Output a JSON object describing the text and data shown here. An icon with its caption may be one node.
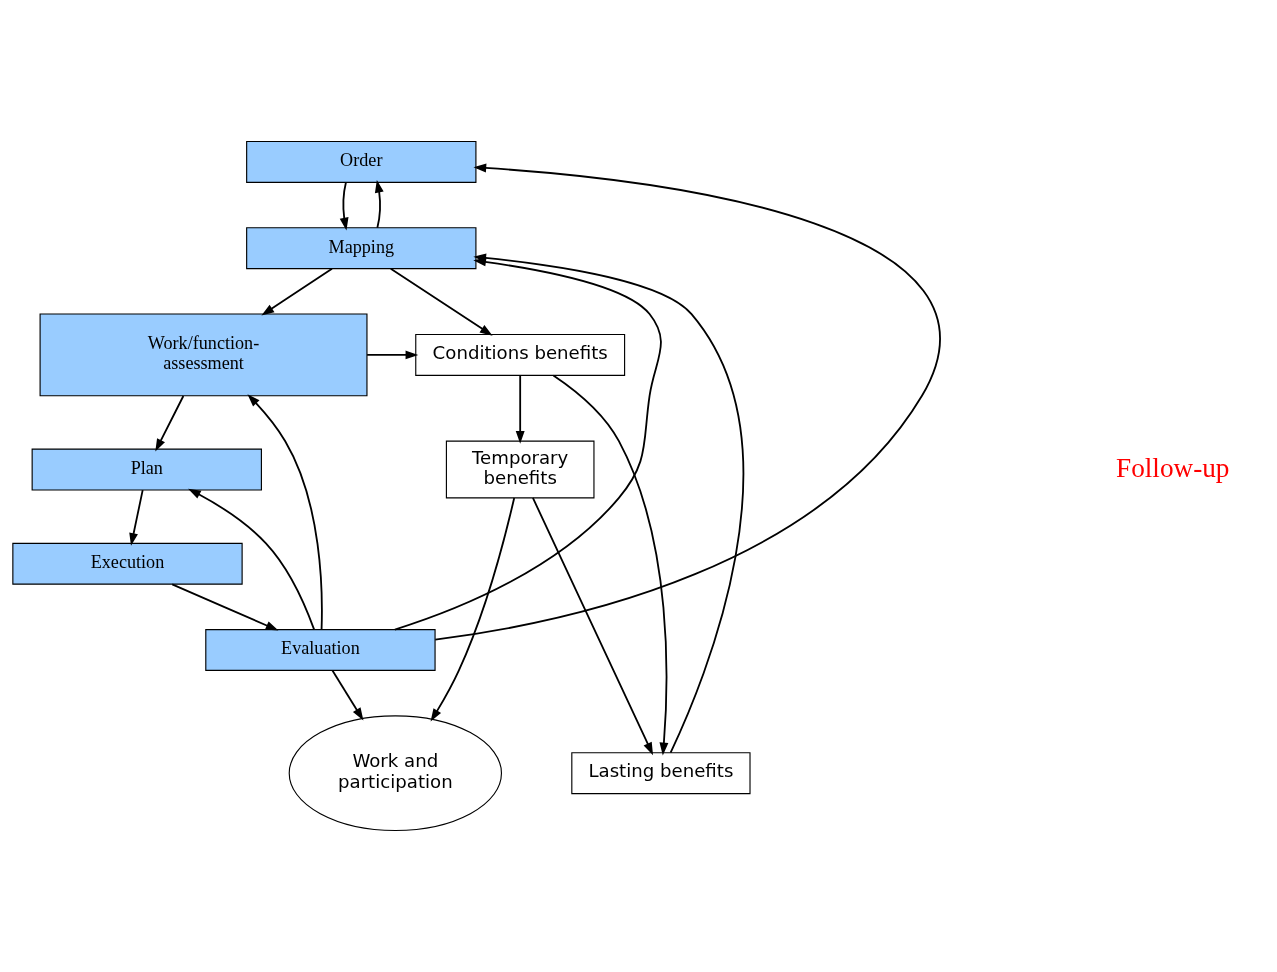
{
  "diagram": {
    "nodes": [
      {
        "text": [
          "Order"
        ]
      },
      {
        "text": [
          "Mapping"
        ]
      },
      {
        "text": [
          "Work/function-assessment"
        ]
      },
      {
        "text": [
          "Plan"
        ]
      },
      {
        "text": [
          "Execution"
        ]
      },
      {
        "text": [
          "Evaluation"
        ]
      },
      {
        "text": [
          "Conditions benefits"
        ]
      },
      {
        "text": [
          "Temporary benefits"
        ]
      },
      {
        "text": [
          "Work and participation"
        ]
      },
      {
        "text": [
          "Lasting benefits"
        ]
      }
    ],
    "edges": [
      {
        "from": 0,
        "to": 1,
        "arrow": "to"
      },
      {
        "from": 1,
        "to": 0,
        "arrow": "to"
      },
      {
        "from": 1,
        "to": 2,
        "arrow": "to"
      },
      {
        "from": 1,
        "to": 6,
        "arrow": "to"
      },
      {
        "from": 2,
        "to": 6,
        "arrow": "to"
      },
      {
        "from": 2,
        "to": 3,
        "arrow": "to"
      },
      {
        "from": 3,
        "to": 4,
        "arrow": "to"
      },
      {
        "from": 4,
        "to": 5,
        "arrow": "to"
      },
      {
        "from": 5,
        "to": 0,
        "arrow": "to"
      },
      {
        "from": 5,
        "to": 1,
        "arrow": "to"
      },
      {
        "from": 5,
        "to": 2,
        "arrow": "to"
      },
      {
        "from": 5,
        "to": 3,
        "arrow": "to"
      },
      {
        "from": 5,
        "to": 8,
        "arrow": "to"
      },
      {
        "from": 6,
        "to": 7,
        "arrow": "to"
      },
      {
        "from": 6,
        "to": 9,
        "arrow": "to"
      },
      {
        "from": 7,
        "to": 8,
        "arrow": "to"
      },
      {
        "from": 7,
        "to": 9,
        "arrow": "to"
      },
      {
        "from": 9,
        "to": 1,
        "arrow": "to"
      }
    ],
    "labels": [
      "Follow-up"
    ]
  }
}
